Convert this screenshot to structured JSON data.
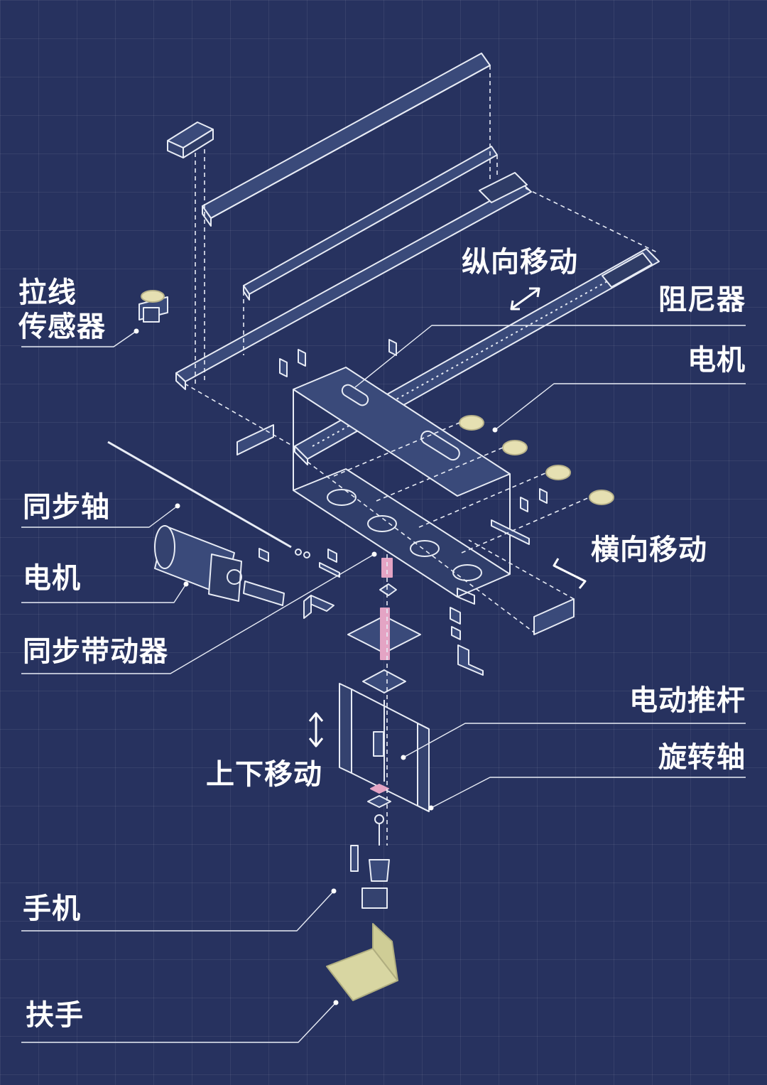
{
  "labels": {
    "pull_sensor": [
      "拉线",
      "传感器"
    ],
    "longitudinal": "纵向移动",
    "damper": "阻尼器",
    "motor_top": "电机",
    "sync_shaft": "同步轴",
    "motor_left": "电机",
    "sync_belt": "同步带动器",
    "lateral": "横向移动",
    "actuator": "电动推杆",
    "rotary_shaft": "旋转轴",
    "vertical": "上下移动",
    "phone": "手机",
    "armrest": "扶手"
  },
  "colors": {
    "background": "#27325f",
    "line": "#e8ecf5",
    "part_fill": "#3a4a7a",
    "accent": "#e4a4c4",
    "pad": "#e6e0b2",
    "armrest": "#d8d6a2"
  }
}
